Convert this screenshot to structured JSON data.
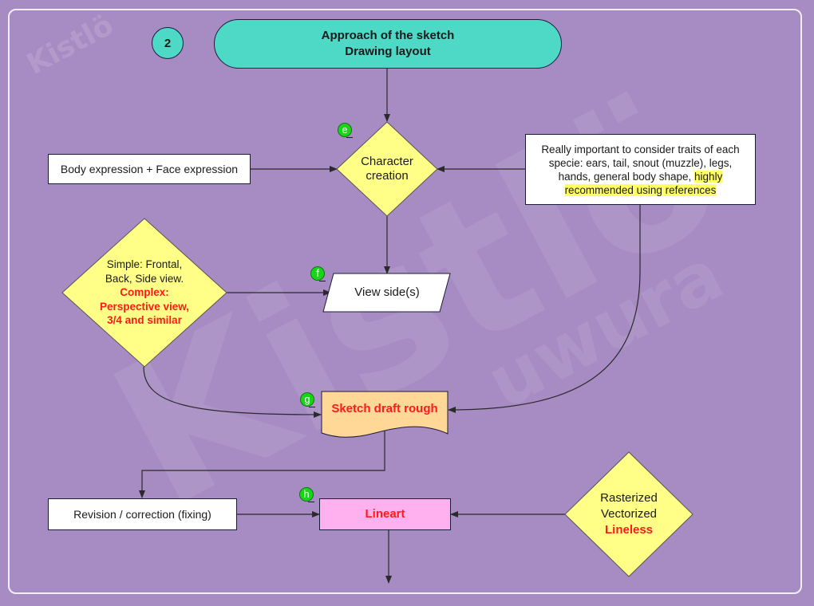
{
  "colors": {
    "background": "#a78bc3",
    "terminal": "#4dd9c6",
    "decision": "#ffff88",
    "document": "#ffd898",
    "lineart": "#ffb0ee",
    "badge": "#17d617",
    "emphasis": "#ff1a1a",
    "highlight": "#ffff66"
  },
  "watermark": {
    "text": "Kistlö",
    "subtext": "uwura"
  },
  "header": {
    "step_number": "2",
    "title_line1": "Approach of the sketch",
    "title_line2": "Drawing layout"
  },
  "badges": {
    "e": "e",
    "f": "f",
    "g": "g",
    "h": "h"
  },
  "nodes": {
    "body_face": "Body expression + Face expression",
    "character_creation_line1": "Character",
    "character_creation_line2": "creation",
    "traits_note_plain": "Really important to consider traits of each specie: ears, tail, snout (muzzle), legs, hands, general body shape, ",
    "traits_note_highlight": "highly recommended using references",
    "views_simple_line1": "Simple: Frontal,",
    "views_simple_line2": "Back, Side view.",
    "views_complex_line1": "Complex:",
    "views_complex_line2": "Perspective view,",
    "views_complex_line3": "3/4 and similar",
    "view_sides": "View side(s)",
    "sketch_draft": "Sketch draft rough",
    "revision": "Revision / correction (fixing)",
    "lineart": "Lineart",
    "line_style_1": "Rasterized",
    "line_style_2": "Vectorized",
    "line_style_3": "Lineless"
  }
}
